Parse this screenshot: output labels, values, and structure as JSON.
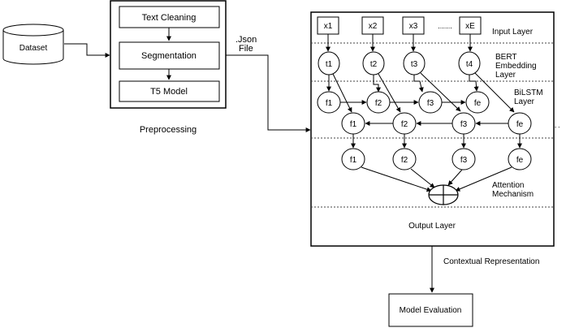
{
  "dataset": {
    "label": "Dataset"
  },
  "preprocessing": {
    "steps": [
      "Text Cleaning",
      "Segmentation",
      "T5 Model"
    ],
    "caption": "Preprocessing"
  },
  "json_label": {
    "line1": ".Json",
    "line2": "File"
  },
  "model": {
    "inputs": [
      "x1",
      "x2",
      "x3",
      "xE"
    ],
    "ellipsis": ".......",
    "embeddings": [
      "t1",
      "t2",
      "t3",
      "t4"
    ],
    "forward_lstm": [
      "f1",
      "f2",
      "f3",
      "fe"
    ],
    "backward_lstm": [
      "f1",
      "f2",
      "f3",
      "fe"
    ],
    "outputs": [
      "f1",
      "f2",
      "f3",
      "fe"
    ],
    "layer_labels": {
      "input": "Input  Layer",
      "bert": [
        "BERT",
        "Embedding",
        "Layer"
      ],
      "bilstm": [
        "BiLSTM",
        "Layer"
      ],
      "attention": [
        "Attention",
        "Mechanism"
      ],
      "output": "Output Layer"
    }
  },
  "contextual_label": "Contextual Representation",
  "evaluation": {
    "label": "Model Evaluation"
  }
}
